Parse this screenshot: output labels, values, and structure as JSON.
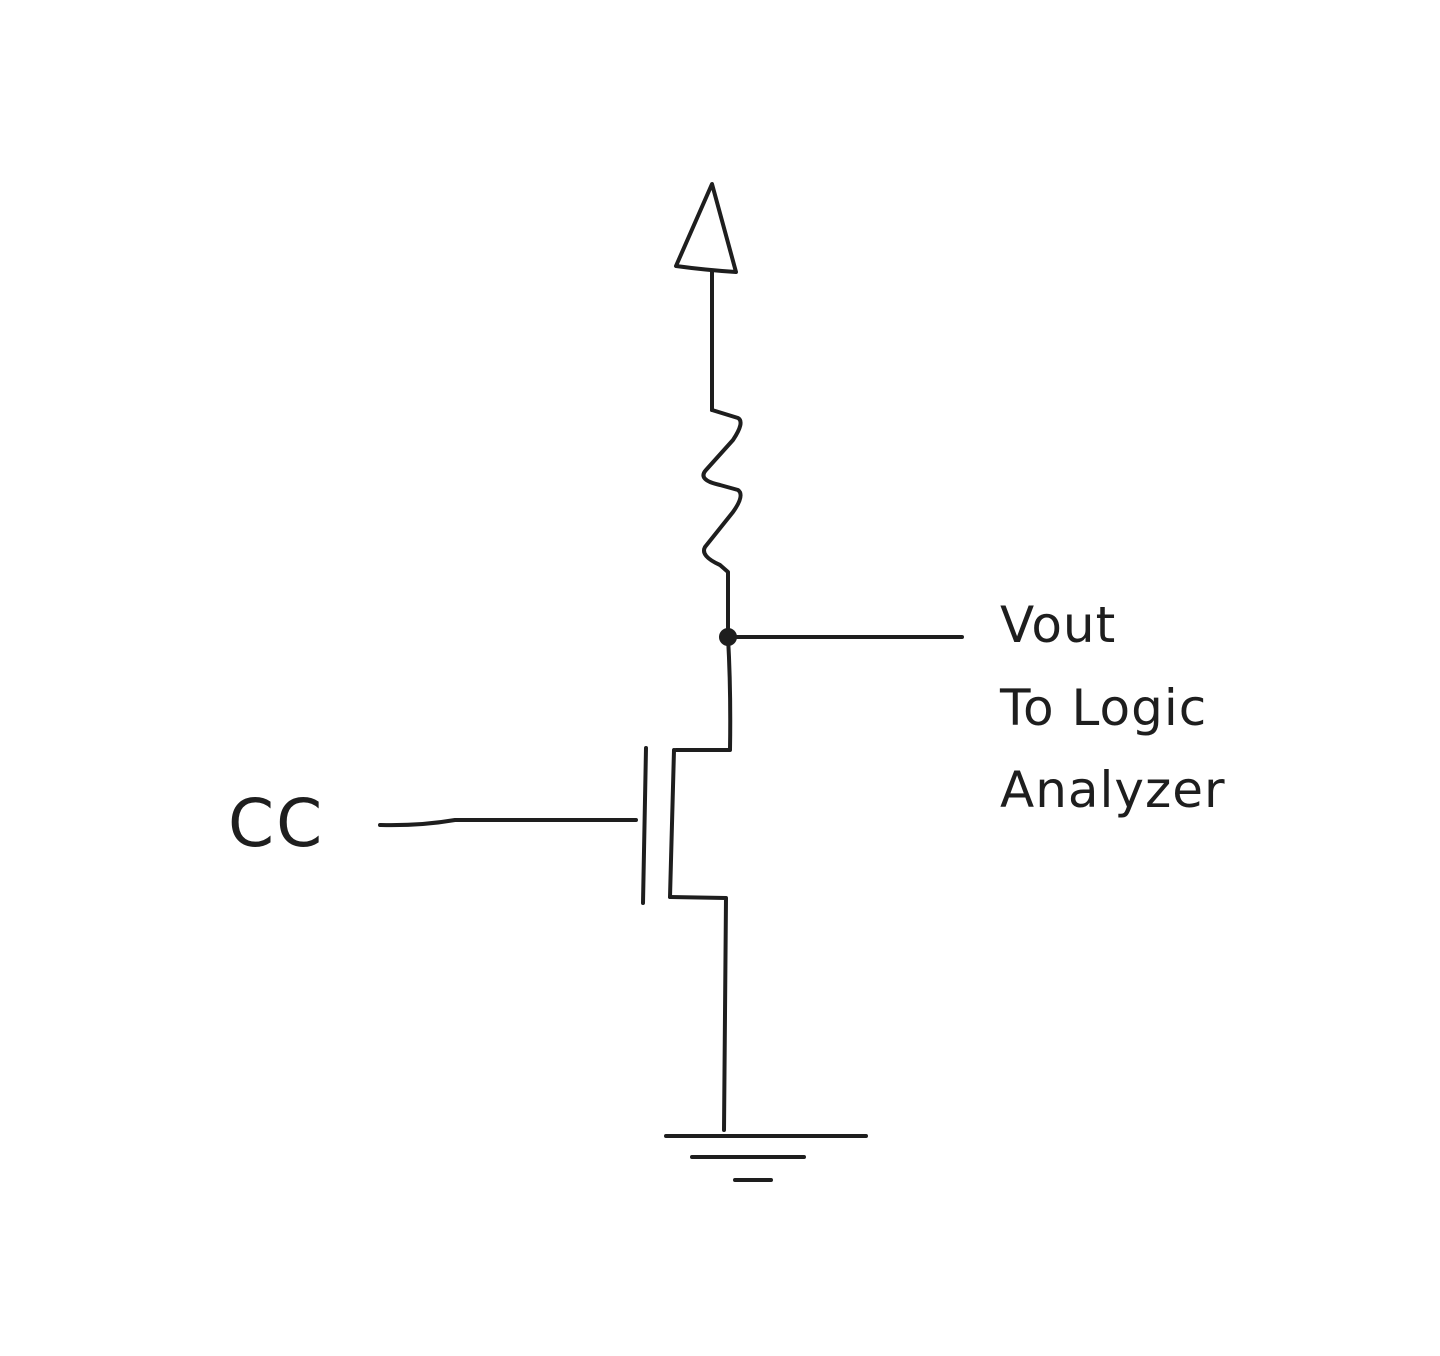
{
  "diagram": {
    "input_label": "CC",
    "output_lines": [
      "Vout",
      "To Logic",
      "Analyzer"
    ],
    "colors": {
      "ink": "#1e1e1e",
      "background": "#ffffff"
    },
    "components": [
      {
        "name": "supply-arrow",
        "kind": "power-supply"
      },
      {
        "name": "pull-up-resistor",
        "kind": "resistor"
      },
      {
        "name": "output-junction-node",
        "kind": "node"
      },
      {
        "name": "nmos-transistor",
        "kind": "n-channel MOSFET"
      },
      {
        "name": "ground-symbol",
        "kind": "ground"
      }
    ]
  }
}
